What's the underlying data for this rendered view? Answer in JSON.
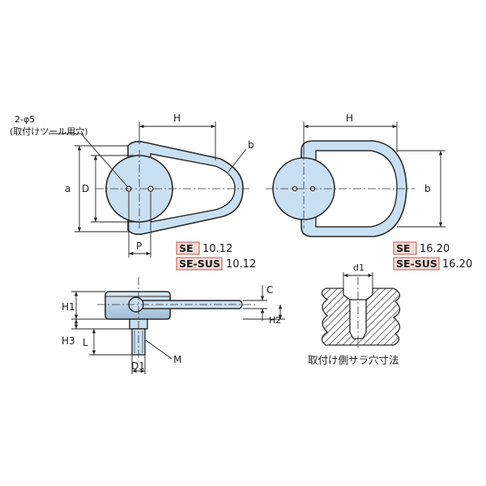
{
  "labels": {
    "hole_spec_1": "2-φ5",
    "hole_spec_2": "(取付けツール用穴)",
    "H_left": "H",
    "H_right": "H",
    "b_left": "b",
    "b_right": "b",
    "a": "a",
    "D": "D",
    "P": "P",
    "C": "C",
    "H1": "H1",
    "H2": "H2",
    "H3": "H3",
    "L": "L",
    "D1": "D1",
    "M": "M",
    "d1": "d1",
    "counterbore_caption": "取付け側サラ穴寸法"
  },
  "models_left": [
    {
      "series": "SE",
      "sizes": "10.12"
    },
    {
      "series": "SE-SUS",
      "sizes": "10.12"
    }
  ],
  "models_right": [
    {
      "series": "SE",
      "sizes": "16.20"
    },
    {
      "series": "SE-SUS",
      "sizes": "16.20"
    }
  ],
  "colors": {
    "part_fill": "#c9dff2",
    "part_stroke": "#2a2a2a",
    "tag_fill": "#f6dcd6",
    "tag_stroke": "#c0504d",
    "hatch": "#333333"
  }
}
